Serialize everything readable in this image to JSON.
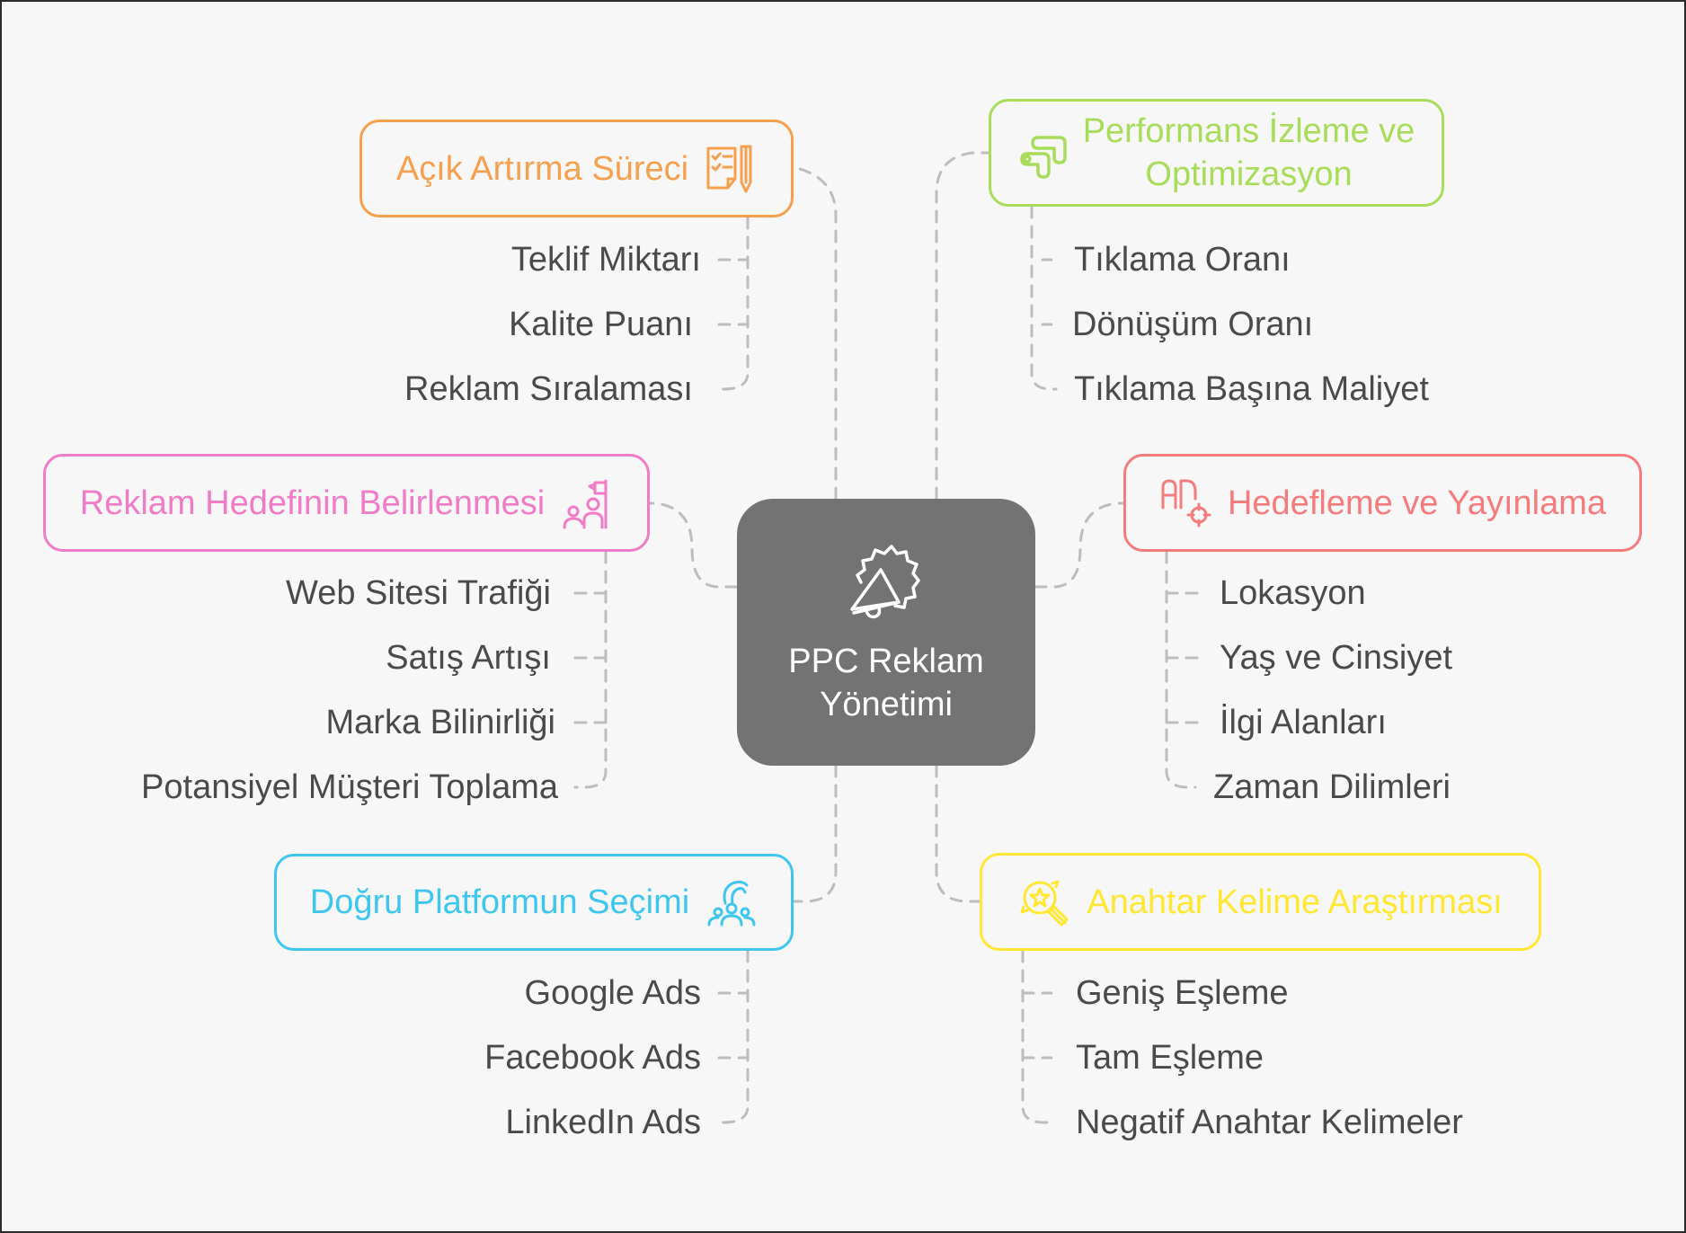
{
  "center": {
    "title_line1": "PPC Reklam",
    "title_line2": "Yönetimi",
    "icon": "megaphone-badge-icon",
    "color": "#737373"
  },
  "branches": [
    {
      "id": "auction",
      "title": "Açık Artırma Süreci",
      "icon": "checklist-pencil-icon",
      "color": "#F5A04F",
      "items": [
        "Teklif Miktarı",
        "Kalite Puanı",
        "Reklam Sıralaması"
      ]
    },
    {
      "id": "performance",
      "title_line1": "Performans İzleme ve",
      "title_line2": "Optimizasyon",
      "icon": "pipe-flow-icon",
      "color": "#A8DC5A",
      "items": [
        "Tıklama Oranı",
        "Dönüşüm Oranı",
        "Tıklama Başına Maliyet"
      ]
    },
    {
      "id": "goal",
      "title": "Reklam Hedefinin Belirlenmesi",
      "icon": "people-flag-icon",
      "color": "#F07CC8",
      "items": [
        "Web Sitesi Trafiği",
        "Satış Artışı",
        "Marka Bilinirliği",
        "Potansiyel Müşteri Toplama"
      ]
    },
    {
      "id": "targeting",
      "title": "Hedefleme ve Yayınlama",
      "icon": "ad-target-icon",
      "color": "#F47C7C",
      "items": [
        "Lokasyon",
        "Yaş ve Cinsiyet",
        "İlgi Alanları",
        "Zaman Dilimleri"
      ]
    },
    {
      "id": "platform",
      "title": "Doğru Platformun Seçimi",
      "icon": "group-pointer-icon",
      "color": "#3EC6EF",
      "items": [
        "Google Ads",
        "Facebook Ads",
        "LinkedIn Ads"
      ]
    },
    {
      "id": "keywords",
      "title": "Anahtar Kelime Araştırması",
      "icon": "star-search-icon",
      "color": "#FFE733",
      "items": [
        "Geniş Eşleme",
        "Tam Eşleme",
        "Negatif Anahtar Kelimeler"
      ]
    }
  ]
}
